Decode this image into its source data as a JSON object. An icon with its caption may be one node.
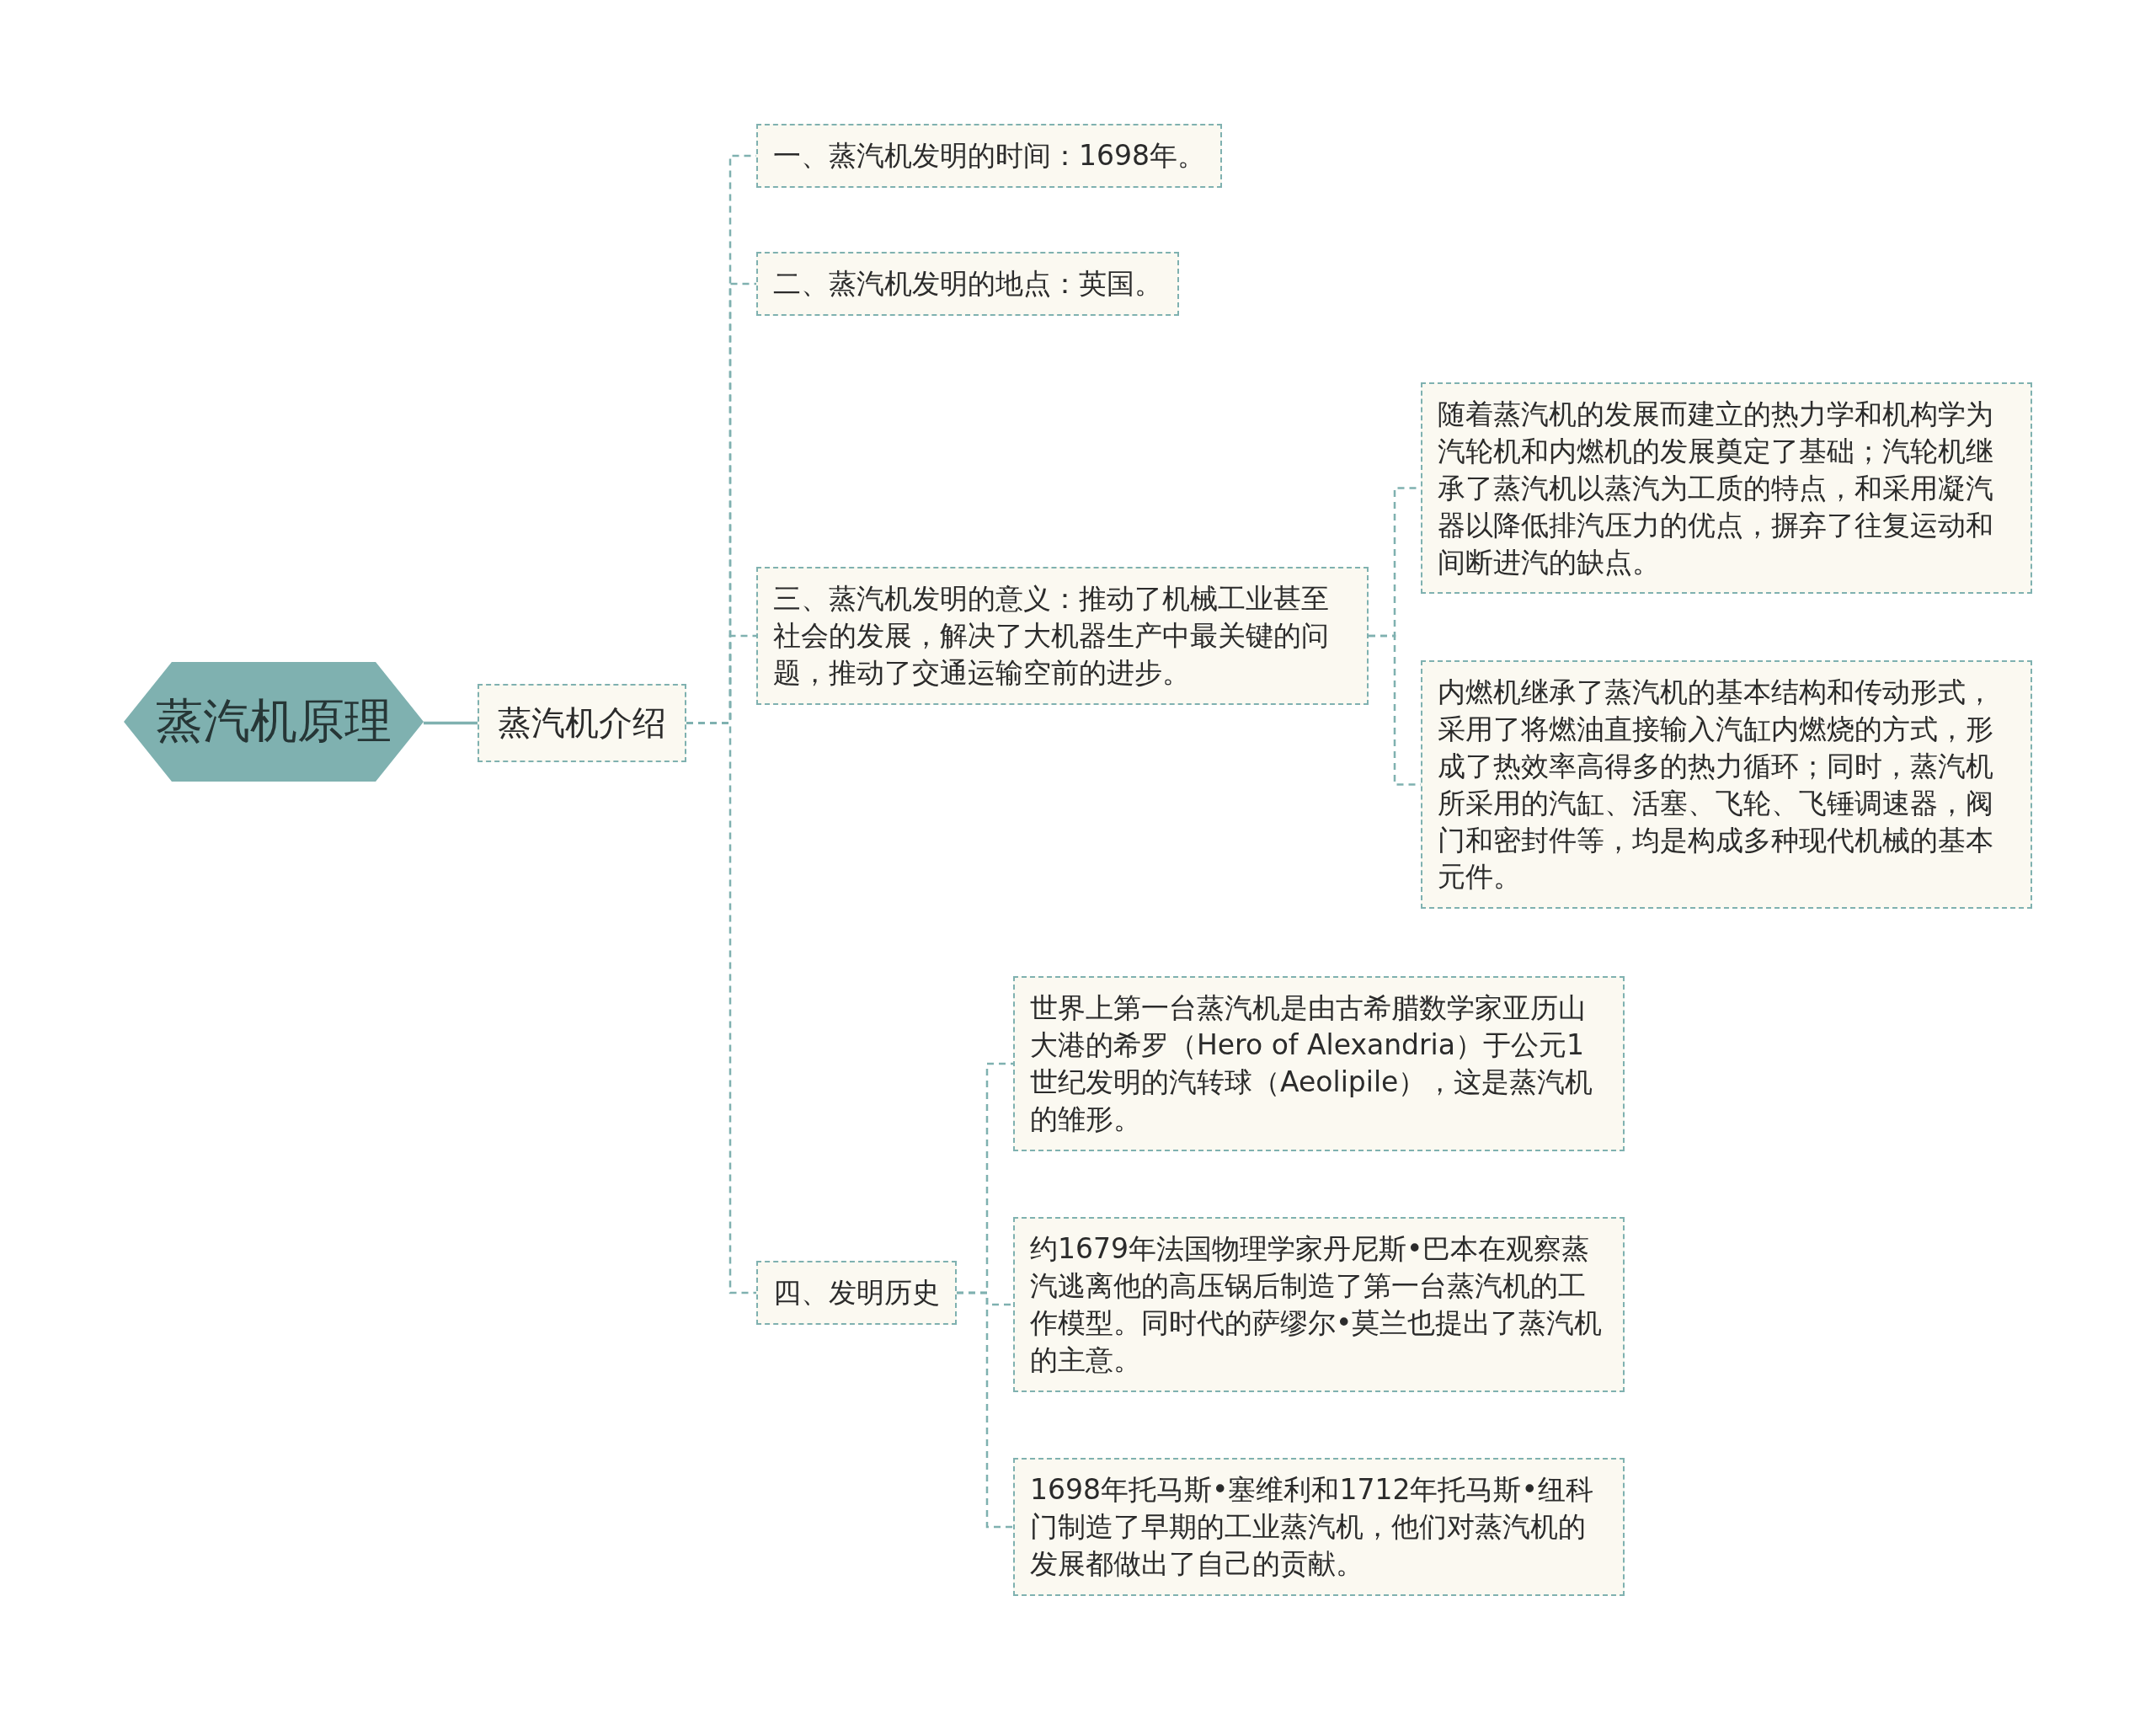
{
  "diagram": {
    "nodes": [
      {
        "text": [
          "蒸汽机原理"
        ]
      },
      {
        "text": [
          "蒸汽机介绍"
        ]
      },
      {
        "text": [
          "一、蒸汽机发明的时间：1698年。"
        ]
      },
      {
        "text": [
          "二、蒸汽机发明的地点：英国。"
        ]
      },
      {
        "text": [
          "三、蒸汽机发明的意义：推动了机械工业甚至社会的发展，解决了大机器生产中最关键的问题，推动了交通运输空前的进步。"
        ]
      },
      {
        "text": [
          "随着蒸汽机的发展而建立的热力学和机构学为汽轮机和内燃机的发展奠定了基础；汽轮机继承了蒸汽机以蒸汽为工质的特点，和采用凝汽器以降低排汽压力的优点，摒弃了往复运动和间断进汽的缺点。"
        ]
      },
      {
        "text": [
          "内燃机继承了蒸汽机的基本结构和传动形式，采用了将燃油直接输入汽缸内燃烧的方式，形成了热效率高得多的热力循环；同时，蒸汽机所采用的汽缸、活塞、飞轮、飞锤调速器，阀门和密封件等，均是构成多种现代机械的基本元件。"
        ]
      },
      {
        "text": [
          "四、发明历史"
        ]
      },
      {
        "text": [
          "世界上第一台蒸汽机是由古希腊数学家亚历山大港的希罗（Hero of Alexandria）于公元1世纪发明的汽转球（Aeolipile），这是蒸汽机的雏形。"
        ]
      },
      {
        "text": [
          "约1679年法国物理学家丹尼斯•巴本在观察蒸汽逃离他的高压锅后制造了第一台蒸汽机的工作模型。同时代的萨缪尔•莫兰也提出了蒸汽机的主意。"
        ]
      },
      {
        "text": [
          "1698年托马斯•塞维利和1712年托马斯•纽科门制造了早期的工业蒸汽机，他们对蒸汽机的发展都做出了自己的贡献。"
        ]
      }
    ],
    "edges": [
      {
        "from": 0,
        "to": 1,
        "arrow": "none"
      },
      {
        "from": 1,
        "to": 2,
        "arrow": "none",
        "style": "dashed"
      },
      {
        "from": 1,
        "to": 3,
        "arrow": "none",
        "style": "dashed"
      },
      {
        "from": 1,
        "to": 4,
        "arrow": "none",
        "style": "dashed"
      },
      {
        "from": 1,
        "to": 7,
        "arrow": "none",
        "style": "dashed"
      },
      {
        "from": 4,
        "to": 5,
        "arrow": "none",
        "style": "dashed"
      },
      {
        "from": 4,
        "to": 6,
        "arrow": "none",
        "style": "dashed"
      },
      {
        "from": 7,
        "to": 8,
        "arrow": "none",
        "style": "dashed"
      },
      {
        "from": 7,
        "to": 9,
        "arrow": "none",
        "style": "dashed"
      },
      {
        "from": 7,
        "to": 10,
        "arrow": "none",
        "style": "dashed"
      }
    ]
  }
}
